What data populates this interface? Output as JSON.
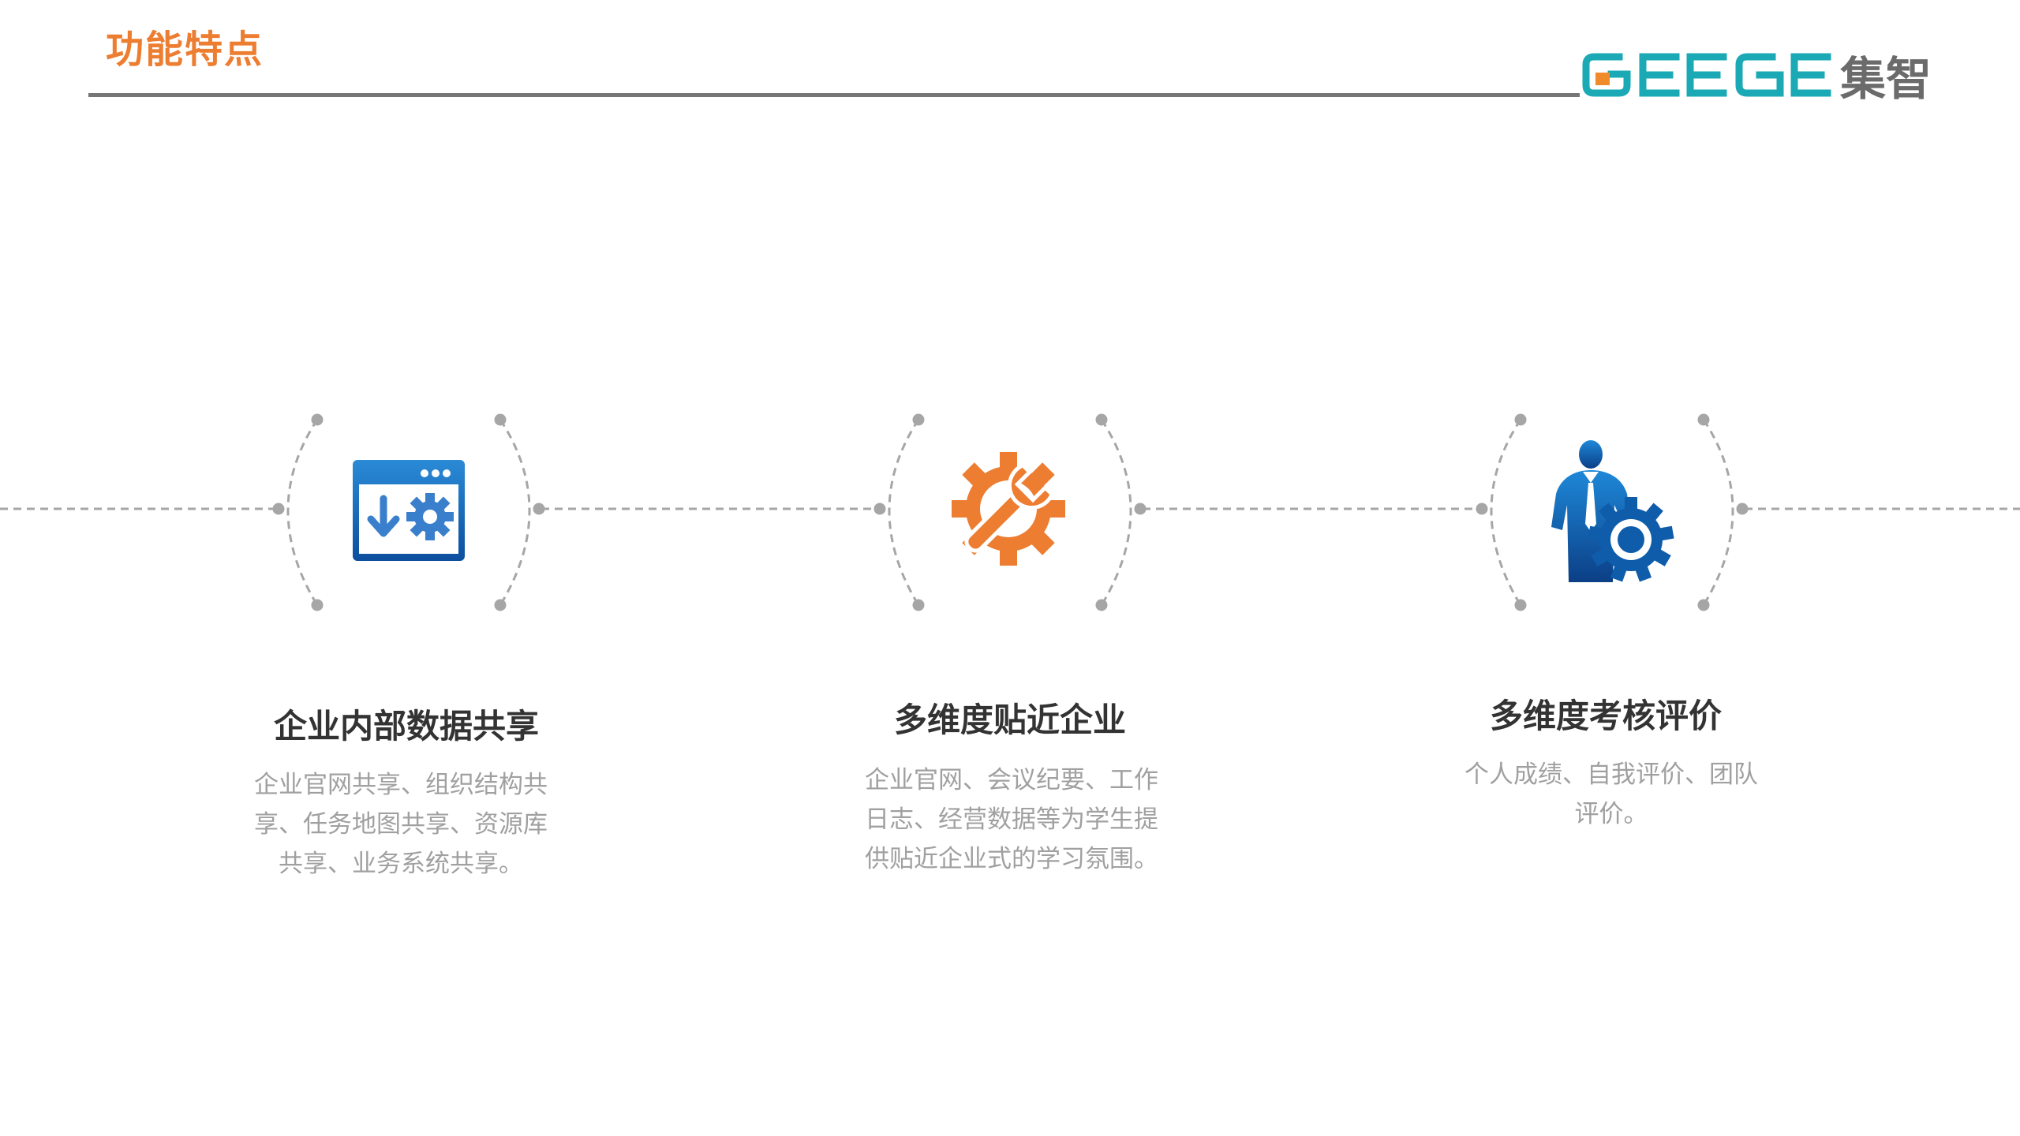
{
  "header": {
    "title": "功能特点",
    "logo": {
      "latin": "GEEGE",
      "cjk": "集智",
      "colors": {
        "teal": "#1aa9b5",
        "orange": "#f08a2b",
        "gray": "#6b6b6b"
      }
    }
  },
  "features": [
    {
      "icon": "browser-settings-icon",
      "title": "企业内部数据共享",
      "description": "企业官网共享、组织结构共享、任务地图共享、资源库共享、业务系统共享。"
    },
    {
      "icon": "wrench-gear-icon",
      "title": "多维度贴近企业",
      "description": "企业官网、会议纪要、工作日志、经营数据等为学生提供贴近企业式的学习氛围。"
    },
    {
      "icon": "businessman-gear-icon",
      "title": "多维度考核评价",
      "description": "个人成绩、自我评价、团队评价。"
    }
  ],
  "colors": {
    "accent": "#ed7d31",
    "blue": "#1e73be",
    "connector": "#a6a6a6",
    "title_text": "#333333",
    "body_text": "#a0a0a0"
  }
}
